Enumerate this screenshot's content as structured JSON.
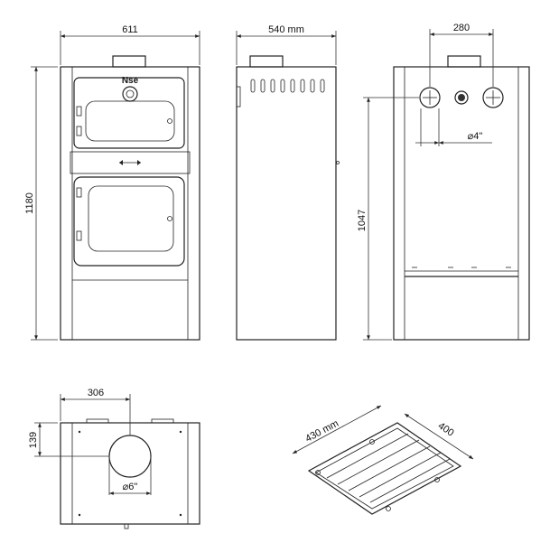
{
  "front": {
    "width_label": "611",
    "height_label": "1180",
    "logo": "Nse"
  },
  "side": {
    "width_label": "540 mm"
  },
  "back": {
    "spacing_label": "280",
    "height_label": "1047",
    "diameter_label": "⌀4\""
  },
  "top": {
    "offset_x_label": "306",
    "offset_y_label": "139",
    "diameter_label": "⌀6\""
  },
  "rack": {
    "depth_label": "430 mm",
    "width_label": "400"
  }
}
